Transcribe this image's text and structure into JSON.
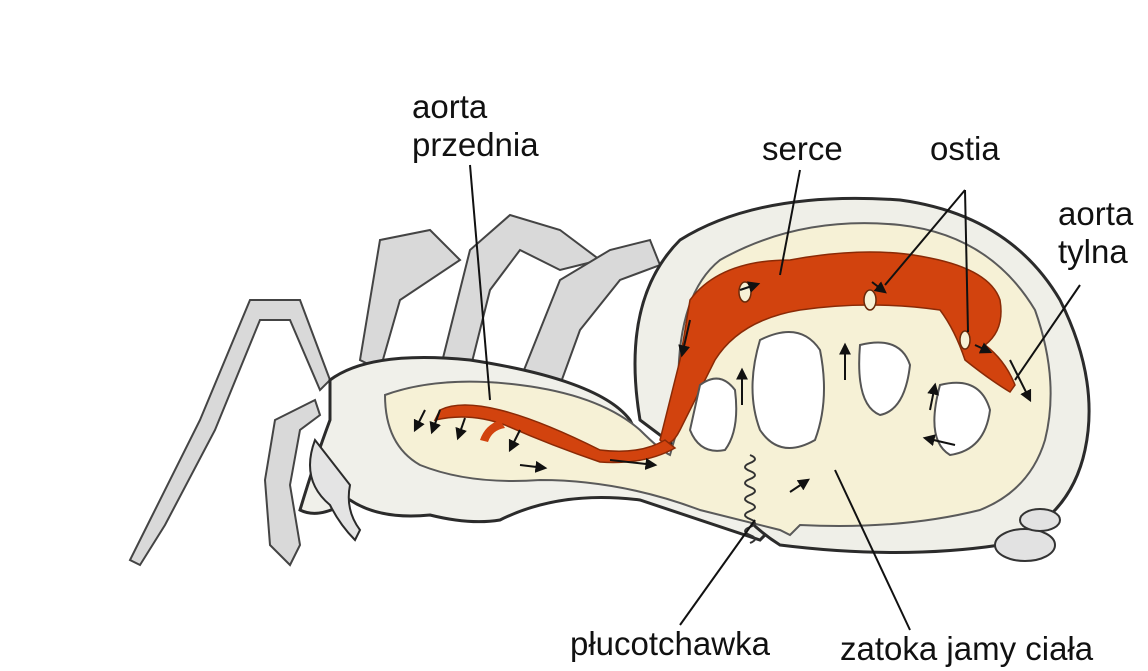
{
  "labels": {
    "aorta_przednia": [
      "aorta",
      "przednia"
    ],
    "serce": "serce",
    "ostia": "ostia",
    "aorta_tylna": [
      "aorta",
      "tylna"
    ],
    "plucotchawka": "płucotchawka",
    "zatoka": "zatoka jamy ciała"
  },
  "colors": {
    "heart": "#d2430e",
    "body_fill": "#f6f1d6",
    "outline": "#2b2b2b",
    "background": "#ffffff"
  }
}
